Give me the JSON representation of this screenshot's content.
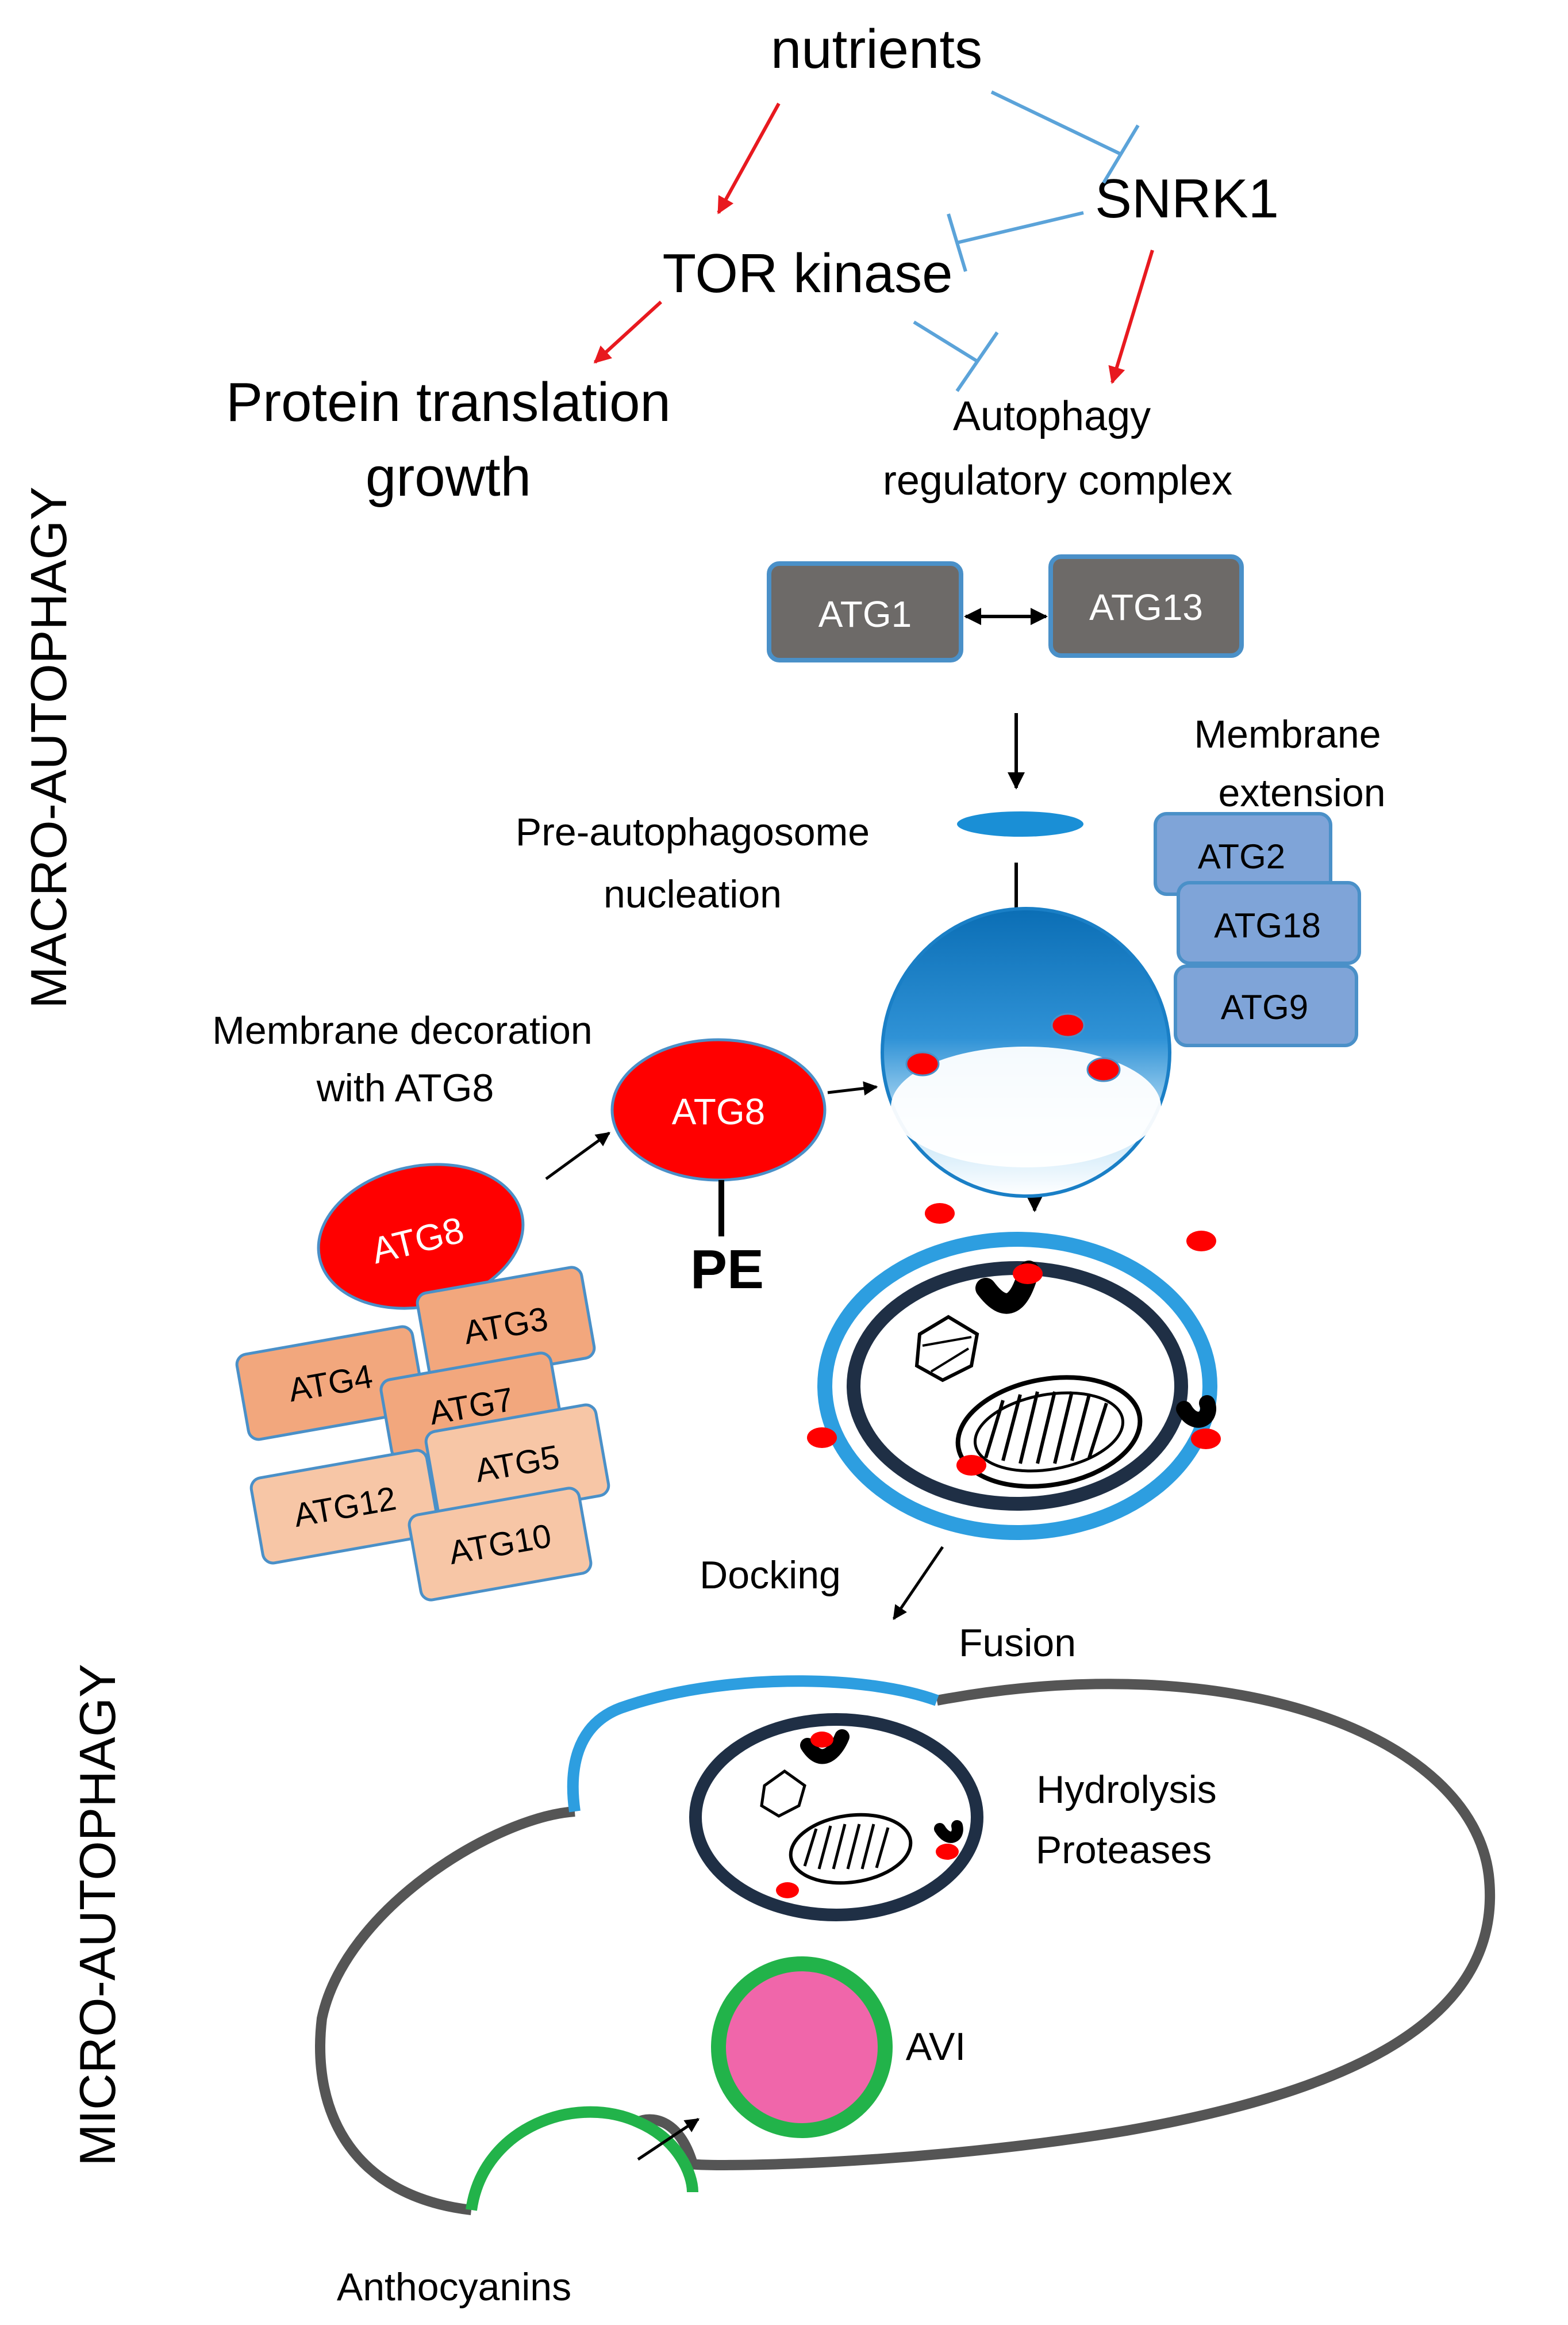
{
  "signaling": {
    "nutrients": "nutrients",
    "snrk1": "SNRK1",
    "tor_kinase": "TOR kinase",
    "protein_translation": "Protein translation",
    "growth": "growth",
    "autophagy": "Autophagy",
    "regulatory_complex": "regulatory complex"
  },
  "sections": {
    "macro": "MACRO-AUTOPHAGY",
    "micro": "MICRO-AUTOPHAGY"
  },
  "atg_core": {
    "atg1": "ATG1",
    "atg13": "ATG13"
  },
  "nucleation": {
    "line1": "Pre-autophagosome",
    "line2": "nucleation"
  },
  "membrane_extension": {
    "line1": "Membrane",
    "line2": "extension",
    "atg2": "ATG2",
    "atg18": "ATG18",
    "atg9": "ATG9"
  },
  "decoration": {
    "line1": "Membrane decoration",
    "line2": "with ATG8",
    "atg8_free": "ATG8",
    "atg8_lipidated": "ATG8",
    "pe": "PE"
  },
  "conjugation": {
    "atg4": "ATG4",
    "atg3": "ATG3",
    "atg7": "ATG7",
    "atg12": "ATG12",
    "atg5": "ATG5",
    "atg10": "ATG10"
  },
  "fusion_labels": {
    "docking": "Docking",
    "fusion": "Fusion",
    "hydrolysis": "Hydrolysis",
    "proteases": "Proteases",
    "avi": "AVI",
    "anthocyanins": "Anthocyanins"
  },
  "colors": {
    "activation_arrow": "#e8191f",
    "inhibition_line": "#5ba3d9",
    "atg_core_box": "#6d6a68",
    "atg_ext_box": "#7fa4d8",
    "atg8_red": "#ff0000",
    "conj_dark": "#f2a77d",
    "conj_light": "#f7c6a6",
    "membrane_blue": "#2d9ee0",
    "membrane_dark": "#1f2f45",
    "vacuole_grey": "#555555",
    "avi_pink": "#f066aa",
    "avi_green": "#22b34a"
  }
}
